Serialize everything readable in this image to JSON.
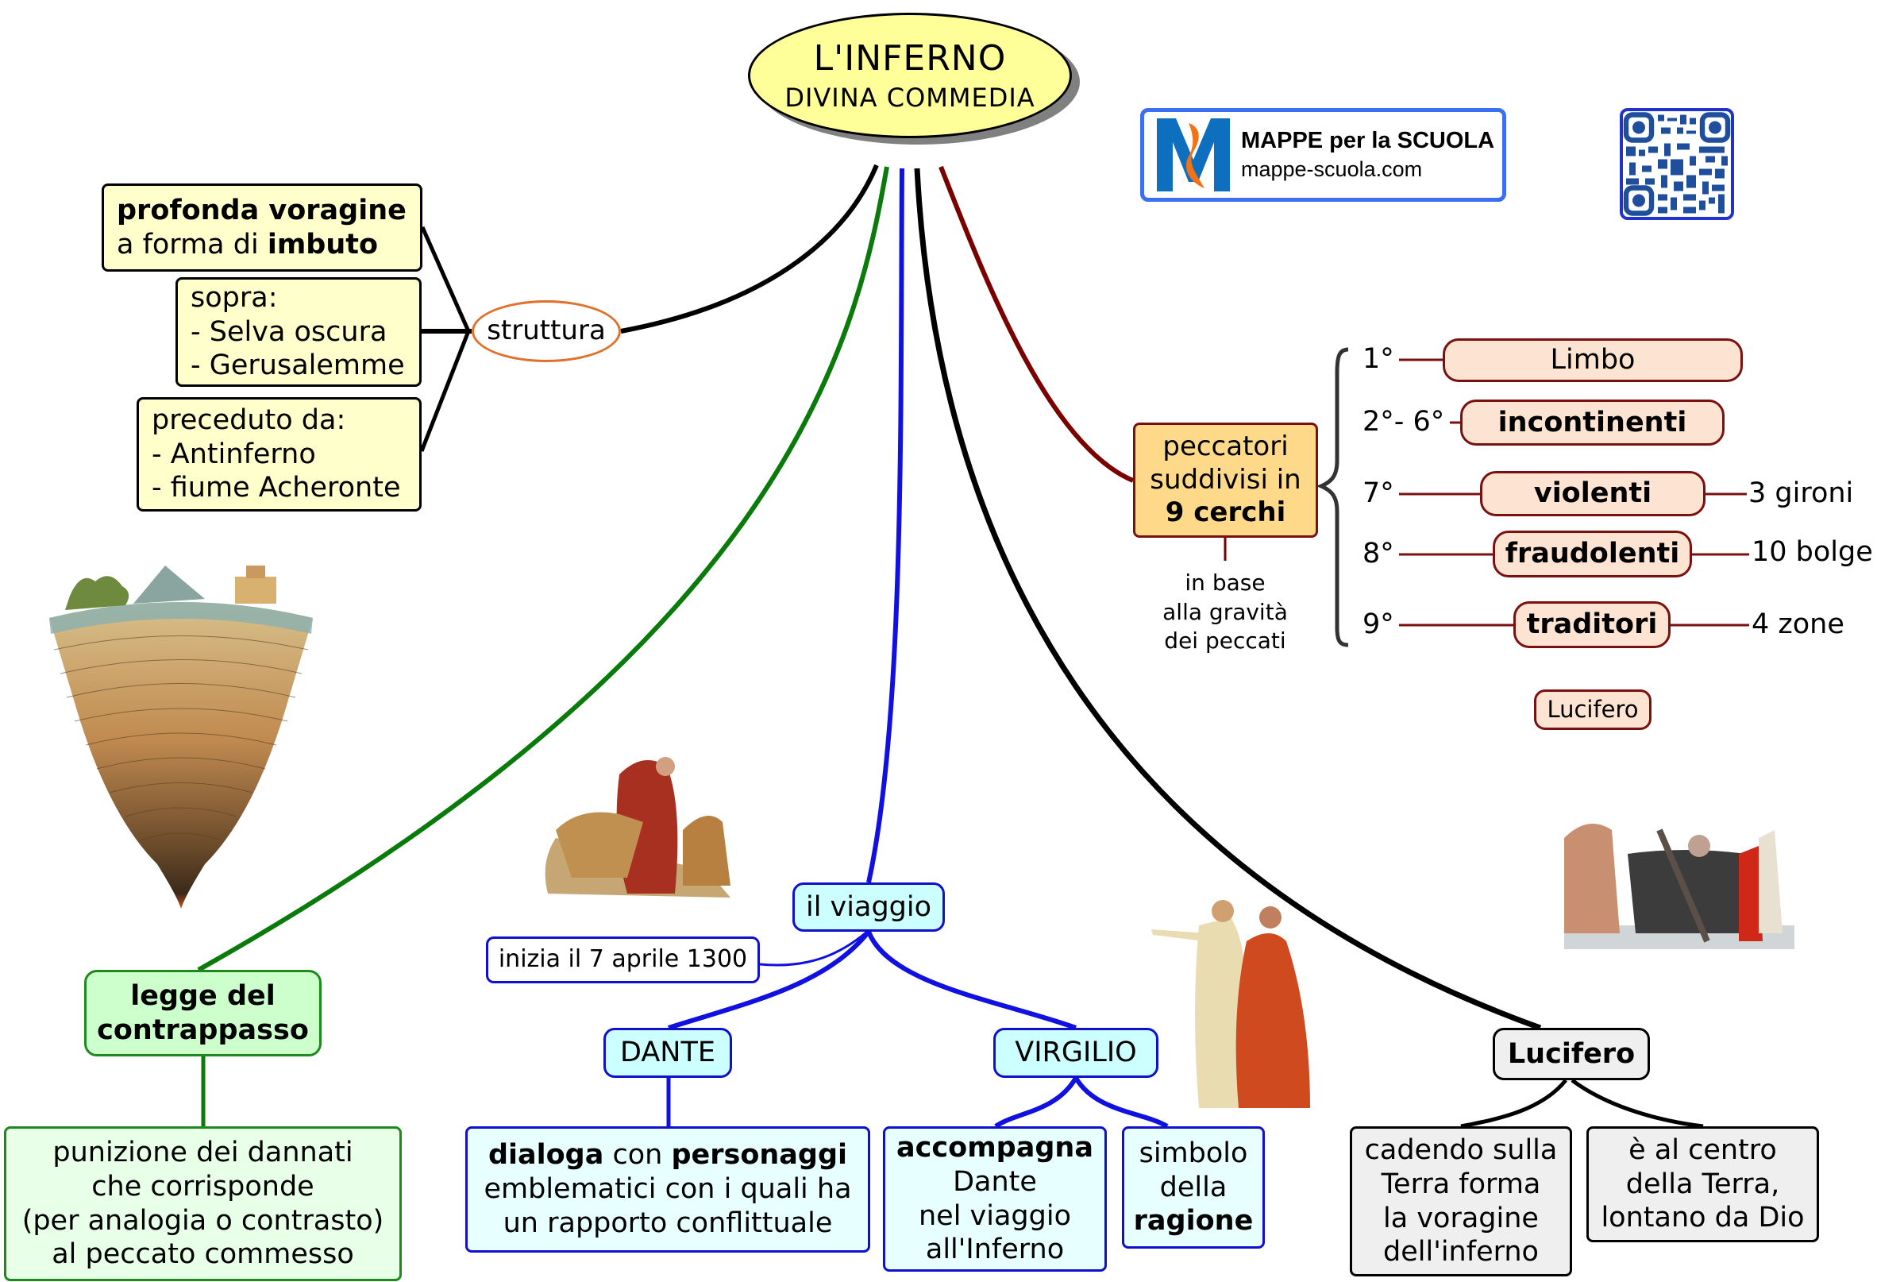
{
  "title": {
    "line1": "L'INFERNO",
    "line2": "DIVINA COMMEDIA"
  },
  "logo": {
    "brand": "MAPPE per la SCUOLA",
    "site": "mappe-scuola.com",
    "colors": {
      "border": "#3b6ef0",
      "mark_blue": "#0d6fbd",
      "mark_orange": "#f47216"
    }
  },
  "qr_code": {
    "icon": "qr-code-icon",
    "color": "#1f4e9c"
  },
  "branch_colors": {
    "struttura": "#000000",
    "contrappasso": "#0a7a0a",
    "viaggio": "#1010e0",
    "lucifero": "#000000",
    "peccatori": "#7a0000"
  },
  "struttura": {
    "label": "struttura",
    "profonda": {
      "bold1": "profonda voragine",
      "normal": "a forma di ",
      "bold2": "imbuto"
    },
    "sopra": [
      "sopra:",
      "- Selva oscura",
      "- Gerusalemme"
    ],
    "preceduto": [
      "preceduto da:",
      "- Antinferno",
      "- fiume Acheronte"
    ]
  },
  "peccatori": {
    "line1": "peccatori",
    "line2": "suddivisi in",
    "line3": "9 cerchi",
    "note": [
      "in base",
      "alla gravità",
      "dei peccati"
    ],
    "circles": [
      {
        "number": "1°",
        "label": "Limbo",
        "detail": ""
      },
      {
        "number": "2°- 6°",
        "label": "incontinenti",
        "detail": ""
      },
      {
        "number": "7°",
        "label": "violenti",
        "detail": "3 gironi"
      },
      {
        "number": "8°",
        "label": "fraudolenti",
        "detail": "10 bolge"
      },
      {
        "number": "9°",
        "label": "traditori",
        "detail": "4 zone"
      }
    ],
    "bottom": "Lucifero"
  },
  "contrappasso": {
    "title": [
      "legge del",
      "contrappasso"
    ],
    "description": [
      "punizione dei dannati",
      "che corrisponde",
      "(per analogia o contrasto)",
      "al peccato commesso"
    ]
  },
  "viaggio": {
    "label": "il viaggio",
    "date": "inizia il 7 aprile 1300",
    "dante": {
      "label": "DANTE",
      "desc": {
        "b1": "dialoga",
        "n1": " con ",
        "b2": "personaggi",
        "line2": "emblematici con i quali ha",
        "line3": "un rapporto conflittuale"
      }
    },
    "virgilio": {
      "label": "VIRGILIO",
      "accompagna": {
        "bold": "accompagna",
        "lines": [
          "Dante",
          "nel viaggio",
          "all'Inferno"
        ]
      },
      "simbolo": {
        "lines": [
          "simbolo",
          "della"
        ],
        "bold": "ragione"
      }
    }
  },
  "lucifero": {
    "label": "Lucifero",
    "cadendo": [
      "cadendo sulla",
      "Terra forma",
      "la voragine",
      "dell'inferno"
    ],
    "centro": [
      "è al centro",
      "della Terra,",
      "lontano da Dio"
    ]
  },
  "illustrations": [
    {
      "name": "inferno-funnel-illustration",
      "subject": "voragine a forma di imbuto"
    },
    {
      "name": "dante-beasts-illustration",
      "subject": "Dante e le tre fiere"
    },
    {
      "name": "dante-virgilio-illustration",
      "subject": "Dante e Virgilio"
    },
    {
      "name": "caronte-boat-illustration",
      "subject": "Caronte sulla barca"
    }
  ]
}
